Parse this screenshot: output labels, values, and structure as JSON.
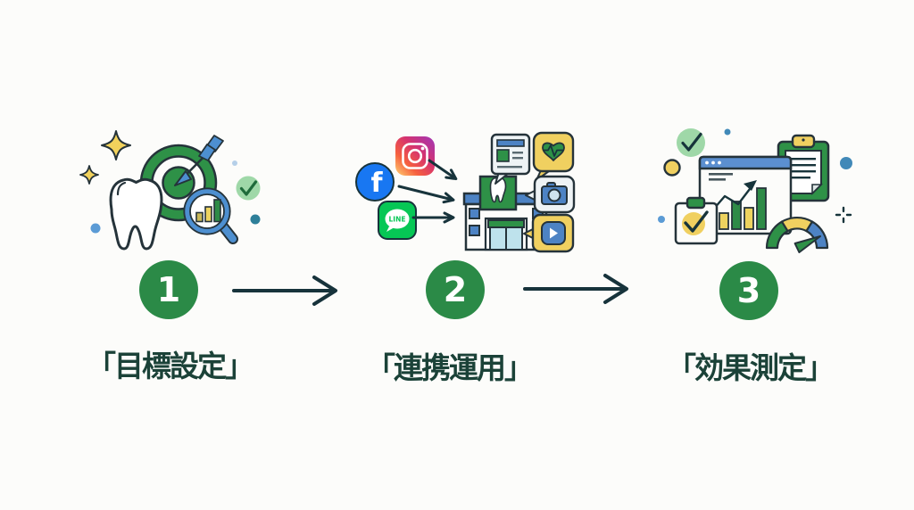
{
  "background": "#FCFCFA",
  "steps": [
    {
      "number": "1",
      "label": "「目標設定」",
      "illustration_icons": [
        "tooth-icon",
        "target-with-dart-icon",
        "magnifier-bar-chart-icon",
        "check-circle-icon",
        "sparkle-icons",
        "dot-accents"
      ]
    },
    {
      "number": "2",
      "label": "「連携運用」",
      "illustration_icons": [
        "facebook-icon",
        "instagram-icon",
        "line-icon",
        "arrows-to-clinic",
        "dental-clinic-building-icon",
        "news-bubble-icon",
        "heart-pulse-bubble-icon",
        "camera-bubble-icon",
        "video-bubble-icon"
      ]
    },
    {
      "number": "3",
      "label": "「効果測定」",
      "illustration_icons": [
        "browser-analytics-icon",
        "clipboard-report-icon",
        "clipboard-check-icon",
        "gauge-icon",
        "check-circle-icon",
        "dot-accents",
        "sparkle-cross"
      ]
    }
  ],
  "icons": {
    "facebook_letter": "f",
    "line_label": "LINE"
  },
  "colors": {
    "step_circle_green": "#2B8A47",
    "label_text": "#1B4238",
    "flow_arrow": "#17333B",
    "icon_outline": "#25333A",
    "green": "#2E9147",
    "yellow": "#F0D060",
    "blue": "#4D83C4",
    "light_green_check_bg": "#9FD8A8",
    "facebook_blue": "#1877F2",
    "line_green": "#06C755",
    "instagram_gradient": [
      "#FED373",
      "#F6603F",
      "#D6336E",
      "#A037B8"
    ],
    "teal_dot": "#2E7F99",
    "blue_dot": "#5B9BD5",
    "door_light_blue": "#BEE2EC"
  }
}
